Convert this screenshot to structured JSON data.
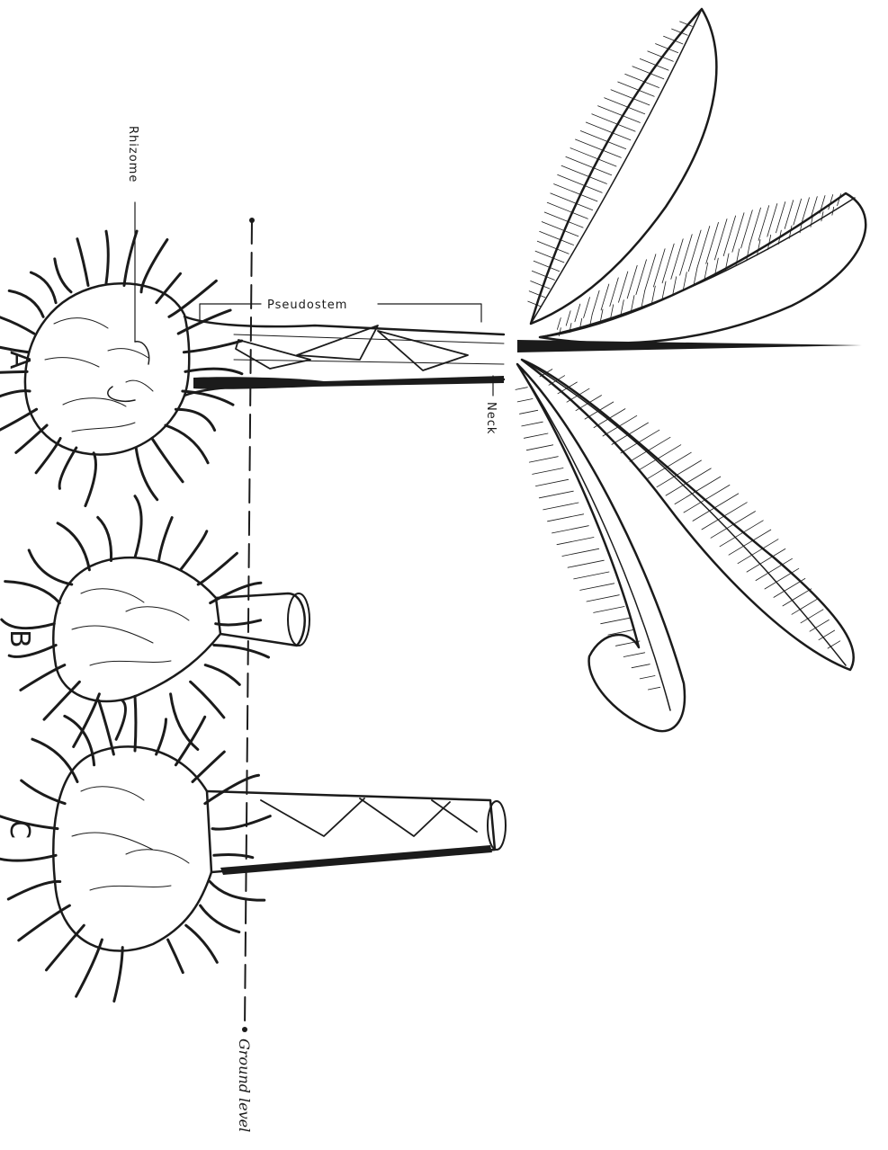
{
  "figure": {
    "specimens": [
      {
        "id": "A",
        "label": "A",
        "rootlets": 26
      },
      {
        "id": "B",
        "label": "B",
        "rootlets": 20
      },
      {
        "id": "C",
        "label": "C",
        "rootlets": 22
      }
    ],
    "labels": {
      "rhizome": "Rhizome",
      "pseudostem": "Pseudostem",
      "neck": "Neck",
      "ground_level": "Ground level"
    },
    "colors": {
      "ink": "#1b1b1b",
      "paper": "#ffffff"
    }
  }
}
